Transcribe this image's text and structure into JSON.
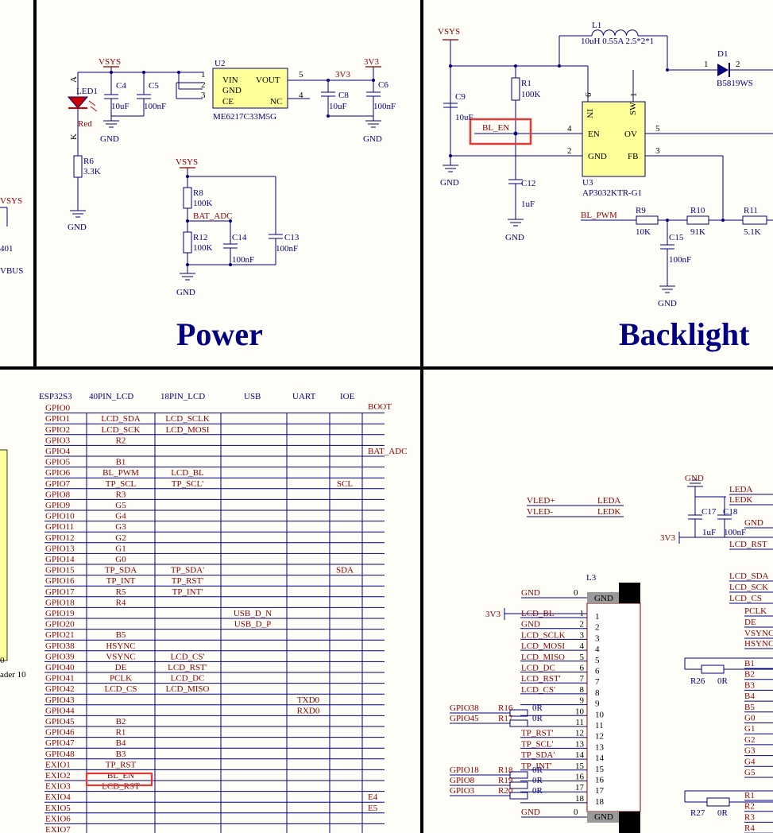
{
  "colors": {
    "wire": "#000080",
    "label": "#8b0000",
    "highlight": "#e53935",
    "ic": "#ffff99",
    "divider": "#000000"
  },
  "frames": {
    "power": "Power",
    "backlight": "Backlight"
  },
  "left_fragment": {
    "vsys": "VSYS",
    "n401": "401",
    "vbus": "VBUS",
    "d0": "0",
    "header": "ader 10"
  },
  "power": {
    "vsys1": "VSYS",
    "vsys2": "VSYS",
    "v3v3_a": "3V3",
    "v3v3_b": "3V3",
    "gnd": "GND",
    "anode": "A",
    "cathode": "K",
    "led": "LED1",
    "led_color": "Red",
    "c4": "C4",
    "c4v": "10uF",
    "c5": "C5",
    "c5v": "100nF",
    "u2": "U2",
    "u2_part": "ME6217C33M5G",
    "pin_vin": "VIN",
    "pin_gnd": "GND",
    "pin_ce": "CE",
    "pin_vout": "VOUT",
    "pin_nc": "NC",
    "p1": "1",
    "p2": "2",
    "p3": "3",
    "p4": "4",
    "p5": "5",
    "c8": "C8",
    "c8v": "10uF",
    "c6": "C6",
    "c6v": "100nF",
    "r6": "R6",
    "r6v": "3.3K",
    "r8": "R8",
    "r8v": "100K",
    "r12": "R12",
    "r12v": "100K",
    "bat_adc": "BAT_ADC",
    "c14": "C14",
    "c14v": "100nF",
    "c13": "C13",
    "c13v": "100nF"
  },
  "backlight": {
    "vsys": "VSYS",
    "gnd": "GND",
    "l1": "L1",
    "l1v": "10uH 0.55A 2.5*2*1",
    "d1": "D1",
    "d1_part": "B5819WS",
    "d1_p1": "1",
    "d1_p2": "2",
    "r1": "R1",
    "r1v": "100K",
    "c9": "C9",
    "c9v": "10uF",
    "bl_en": "BL_EN",
    "c12": "C12",
    "c12v": "1uF",
    "u3": "U3",
    "u3_part": "AP3032KTR-G1",
    "pin_in": "IN",
    "pin_sw": "SW",
    "pin_en": "EN",
    "pin_ov": "OV",
    "pin_gnd": "GND",
    "pin_fb": "FB",
    "p6": "6",
    "p1": "1",
    "p4": "4",
    "p5": "5",
    "p2": "2",
    "p3": "3",
    "bl_pwm": "BL_PWM",
    "r9": "R9",
    "r9v": "10K",
    "r10": "R10",
    "r10v": "91K",
    "r11": "R11",
    "r11v": "5.1K",
    "c15": "C15",
    "c15v": "100nF"
  },
  "pin_table": {
    "headers": [
      "ESP32S3",
      "40PIN_LCD",
      "18PIN_LCD",
      "USB",
      "UART",
      "IOE"
    ],
    "boot": "BOOT",
    "rows": [
      [
        "GPIO0",
        "",
        "",
        "",
        "",
        "",
        ""
      ],
      [
        "GPIO1",
        "LCD_SDA",
        "LCD_SCLK",
        "",
        "",
        "",
        ""
      ],
      [
        "GPIO2",
        "LCD_SCK",
        "LCD_MOSI",
        "",
        "",
        "",
        ""
      ],
      [
        "GPIO3",
        "R2",
        "",
        "",
        "",
        "",
        ""
      ],
      [
        "GPIO4",
        "",
        "",
        "",
        "",
        "",
        "BAT_ADC"
      ],
      [
        "GPIO5",
        "B1",
        "",
        "",
        "",
        "",
        ""
      ],
      [
        "GPIO6",
        "BL_PWM",
        "LCD_BL",
        "",
        "",
        "",
        ""
      ],
      [
        "GPIO7",
        "TP_SCL",
        "TP_SCL'",
        "",
        "",
        "SCL",
        ""
      ],
      [
        "GPIO8",
        "R3",
        "",
        "",
        "",
        "",
        ""
      ],
      [
        "GPIO9",
        "G5",
        "",
        "",
        "",
        "",
        ""
      ],
      [
        "GPIO10",
        "G4",
        "",
        "",
        "",
        "",
        ""
      ],
      [
        "GPIO11",
        "G3",
        "",
        "",
        "",
        "",
        ""
      ],
      [
        "GPIO12",
        "G2",
        "",
        "",
        "",
        "",
        ""
      ],
      [
        "GPIO13",
        "G1",
        "",
        "",
        "",
        "",
        ""
      ],
      [
        "GPIO14",
        "G0",
        "",
        "",
        "",
        "",
        ""
      ],
      [
        "GPIO15",
        "TP_SDA",
        "TP_SDA'",
        "",
        "",
        "SDA",
        ""
      ],
      [
        "GPIO16",
        "TP_INT",
        "TP_RST'",
        "",
        "",
        "",
        ""
      ],
      [
        "GPIO17",
        "R5",
        "TP_INT'",
        "",
        "",
        "",
        ""
      ],
      [
        "GPIO18",
        "R4",
        "",
        "",
        "",
        "",
        ""
      ],
      [
        "GPIO19",
        "",
        "",
        "USB_D_N",
        "",
        "",
        ""
      ],
      [
        "GPIO20",
        "",
        "",
        "USB_D_P",
        "",
        "",
        ""
      ],
      [
        "GPIO21",
        "B5",
        "",
        "",
        "",
        "",
        ""
      ],
      [
        "GPIO38",
        "HSYNC",
        "",
        "",
        "",
        "",
        ""
      ],
      [
        "GPIO39",
        "VSYNC",
        "LCD_CS'",
        "",
        "",
        "",
        ""
      ],
      [
        "GPIO40",
        "DE",
        "LCD_RST'",
        "",
        "",
        "",
        ""
      ],
      [
        "GPIO41",
        "PCLK",
        "LCD_DC",
        "",
        "",
        "",
        ""
      ],
      [
        "GPIO42",
        "LCD_CS",
        "LCD_MISO",
        "",
        "",
        "",
        ""
      ],
      [
        "GPIO43",
        "",
        "",
        "",
        "TXD0",
        "",
        ""
      ],
      [
        "GPIO44",
        "",
        "",
        "",
        "RXD0",
        "",
        ""
      ],
      [
        "GPIO45",
        "B2",
        "",
        "",
        "",
        "",
        ""
      ],
      [
        "GPIO46",
        "R1",
        "",
        "",
        "",
        "",
        ""
      ],
      [
        "GPIO47",
        "B4",
        "",
        "",
        "",
        "",
        ""
      ],
      [
        "GPIO48",
        "B3",
        "",
        "",
        "",
        "",
        ""
      ],
      [
        "EXIO1",
        "TP_RST",
        "",
        "",
        "",
        "",
        ""
      ],
      [
        "EXIO2",
        "BL_EN",
        "",
        "",
        "",
        "",
        ""
      ],
      [
        "EXIO3",
        "LCD_RST",
        "",
        "",
        "",
        "",
        ""
      ],
      [
        "EXIO4",
        "",
        "",
        "",
        "",
        "",
        "E4"
      ],
      [
        "EXIO5",
        "",
        "",
        "",
        "",
        "",
        "E5"
      ],
      [
        "EXIO6",
        "",
        "",
        "",
        "",
        "",
        ""
      ],
      [
        "EXIO7",
        "",
        "",
        "",
        "",
        "",
        ""
      ]
    ]
  },
  "connector": {
    "vled_p": "VLED+",
    "leda": "LEDA",
    "vled_m": "VLED-",
    "ledk": "LEDK",
    "l3": "L3",
    "gnd": "GND",
    "v3v3": "3V3",
    "pin0": "0",
    "nums": [
      "1",
      "2",
      "3",
      "4",
      "5",
      "6",
      "7",
      "8",
      "9",
      "10",
      "11",
      "12",
      "13",
      "14",
      "15",
      "16",
      "17",
      "18"
    ],
    "signals": [
      "LCD_BL",
      "GND",
      "LCD_SCLK",
      "LCD_MOSI",
      "LCD_MISO",
      "LCD_DC",
      "LCD_RST'",
      "LCD_CS'",
      "",
      "",
      "",
      "TP_RST'",
      "TP_SCL'",
      "TP_SDA'",
      "TP_INT'",
      "",
      "",
      ""
    ],
    "gpio38": "GPIO38",
    "gpio45": "GPIO45",
    "gpio18": "GPIO18",
    "gpio8": "GPIO8",
    "gpio3": "GPIO3",
    "r16": "R16",
    "r17": "R17",
    "r18": "R18",
    "r19": "R19",
    "r20": "R20",
    "zero_r": "0R",
    "c17": "C17",
    "c17v": "1uF",
    "c18": "C18",
    "c18v": "100nF",
    "right_labels": [
      "LEDA",
      "LEDK",
      "GND",
      "LCD_RST",
      "LCD_SDA",
      "LCD_SCK",
      "LCD_CS",
      "PCLK",
      "DE",
      "VSYNC",
      "HSYNC",
      "B1",
      "B2",
      "B3",
      "B4",
      "B5",
      "G0",
      "G1",
      "G2",
      "G3",
      "G4",
      "G5",
      "R1",
      "R2",
      "R3",
      "R4"
    ],
    "r26": "R26",
    "r26v": "0R",
    "r27": "R27",
    "r27v": "0R"
  }
}
